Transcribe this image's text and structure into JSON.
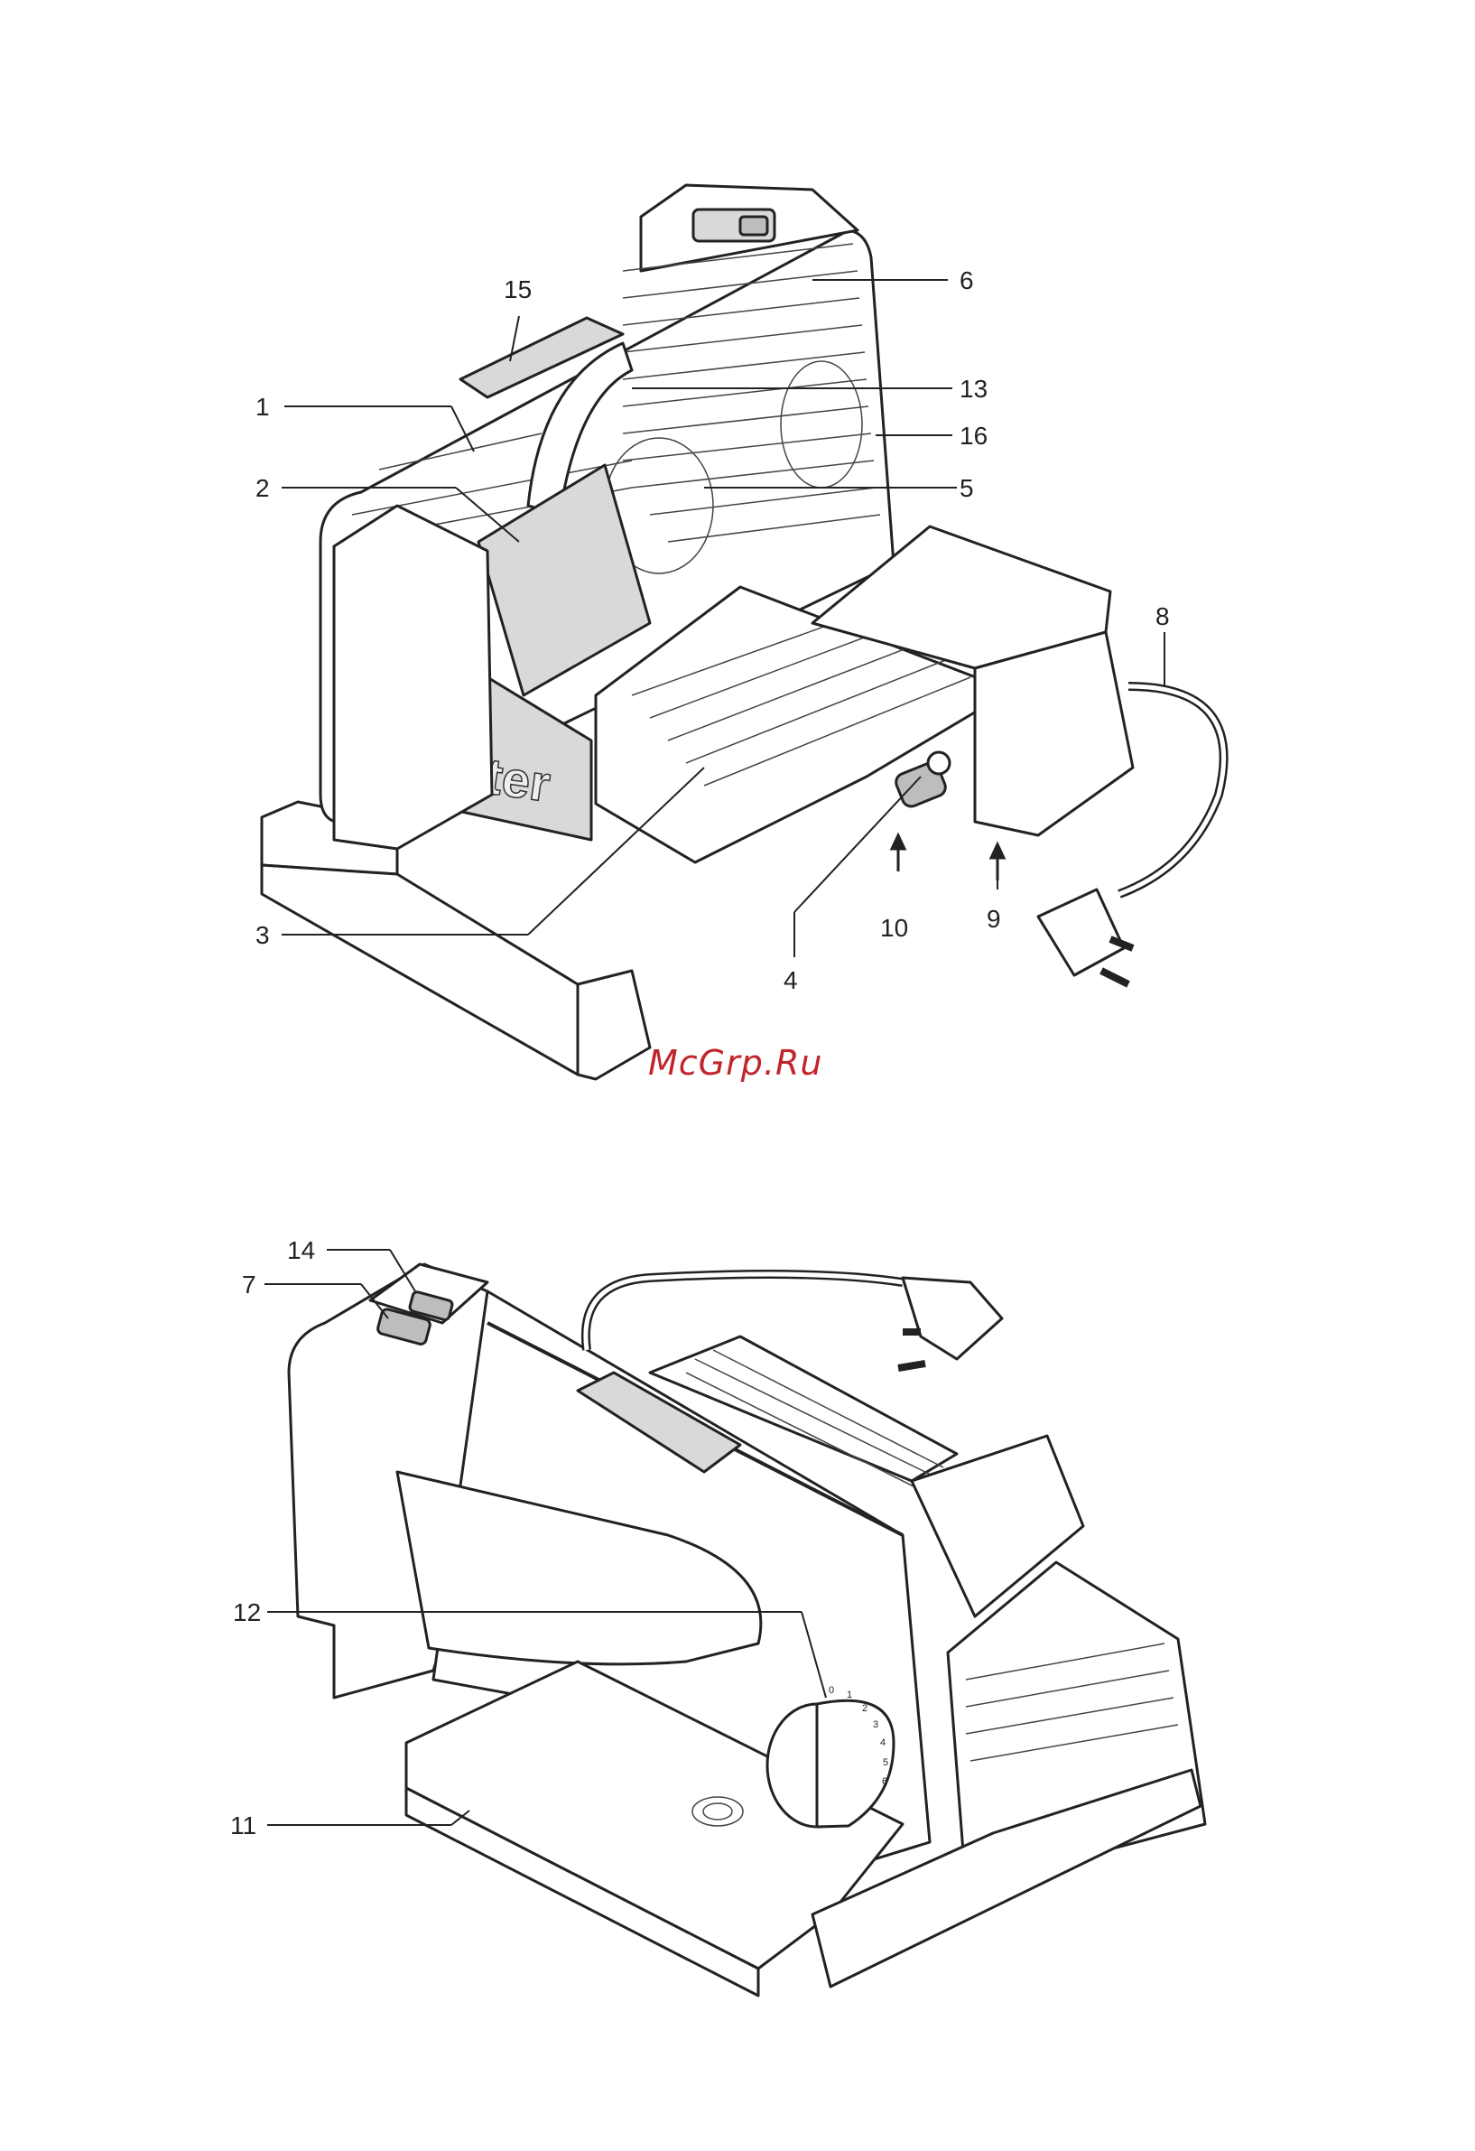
{
  "figure_top": {
    "callouts": {
      "c1": "1",
      "c2": "2",
      "c3": "3",
      "c4": "4",
      "c5": "5",
      "c6": "6",
      "c8": "8",
      "c9": "9",
      "c10": "10",
      "c13": "13",
      "c15": "15",
      "c16": "16"
    },
    "brand_logo": "ritter"
  },
  "figure_bottom": {
    "callouts": {
      "c7": "7",
      "c11": "11",
      "c12": "12",
      "c14": "14"
    },
    "dial_marks": [
      "0",
      "1",
      "2",
      "3",
      "4",
      "5",
      "6"
    ]
  },
  "watermark": "McGrp.Ru"
}
